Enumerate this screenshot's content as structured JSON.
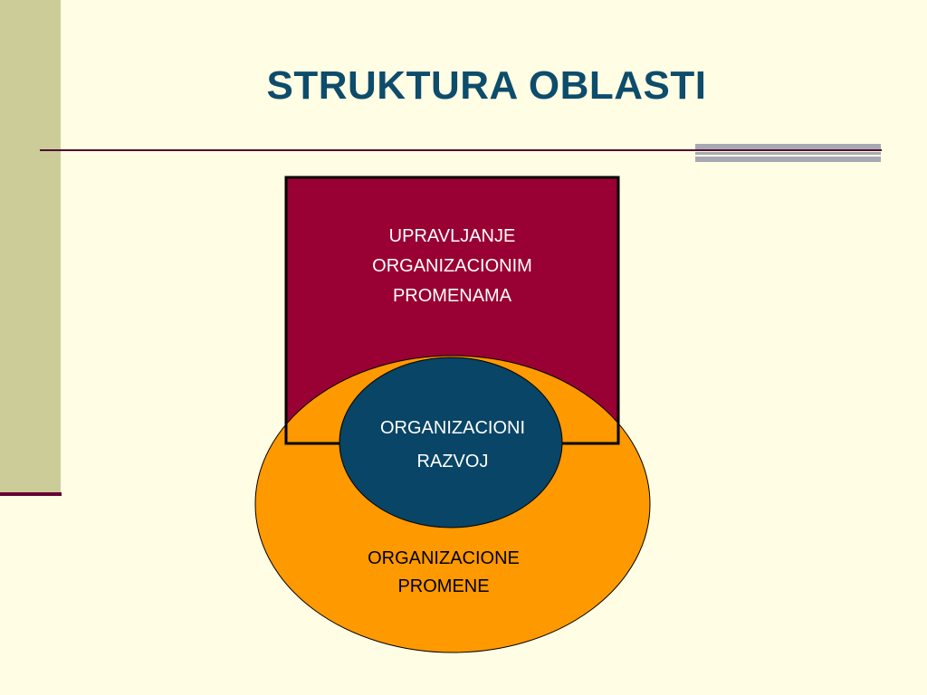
{
  "slide": {
    "title": "STRUKTURA OBLASTI"
  },
  "diagram": {
    "management_box": {
      "lines": [
        "UPRAVLJANJE",
        "ORGANIZACIONIM",
        "PROMENAMA"
      ],
      "fill": "#990033"
    },
    "inner_circle": {
      "lines": [
        "ORGANIZACIONI",
        "RAZVOJ"
      ],
      "fill": "#084566"
    },
    "outer_ellipse": {
      "lines": [
        "ORGANIZACIONE",
        "PROMENE"
      ],
      "fill": "#FF9900"
    }
  },
  "colors": {
    "background": "#FFFDE3",
    "sidebar": "#CCCC99",
    "accent": "#660033",
    "title": "#0D4C6B"
  }
}
